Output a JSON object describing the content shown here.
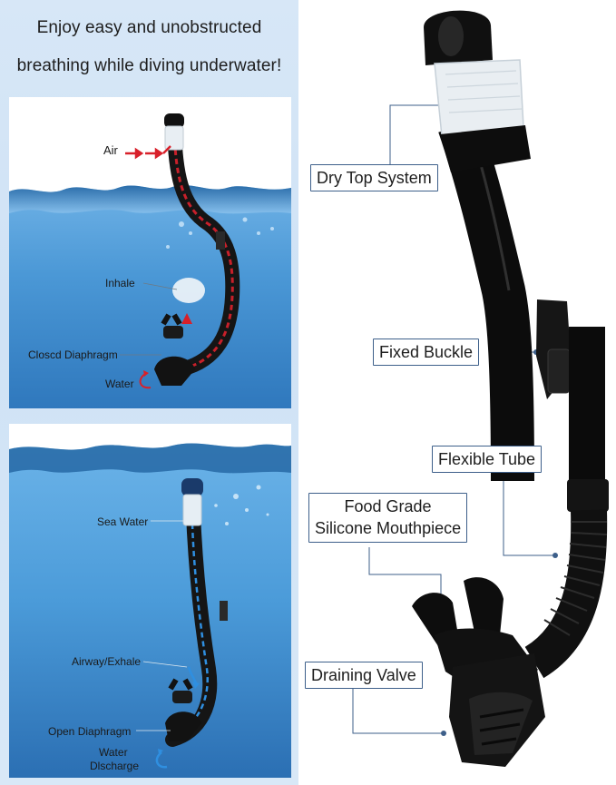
{
  "headline": {
    "line1": "Enjoy easy and unobstructed",
    "line2": "breathing while diving underwater!"
  },
  "panel_top": {
    "labels": {
      "air": "Air",
      "inhale": "Inhale",
      "closed_diaphragm": "Closcd Diaphragm",
      "water": "Water"
    }
  },
  "panel_bottom": {
    "labels": {
      "sea_water": "Sea Water",
      "airway_exhale": "Airway/Exhale",
      "open_diaphragm": "Open Diaphragm",
      "water_discharge_1": "Water",
      "water_discharge_2": "Dlscharge"
    }
  },
  "callouts": {
    "dry_top": "Dry Top System",
    "fixed_buckle": "Fixed Buckle",
    "flexible_tube": "Flexible Tube",
    "mouthpiece_1": "Food Grade",
    "mouthpiece_2": "Silicone Mouthpiece",
    "draining_valve": "Draining Valve"
  },
  "colors": {
    "callout_border": "#3d5f8a",
    "water": "#3f8fd0",
    "air_arrow": "#d8202a",
    "water_arrow": "#2f8fe0"
  }
}
